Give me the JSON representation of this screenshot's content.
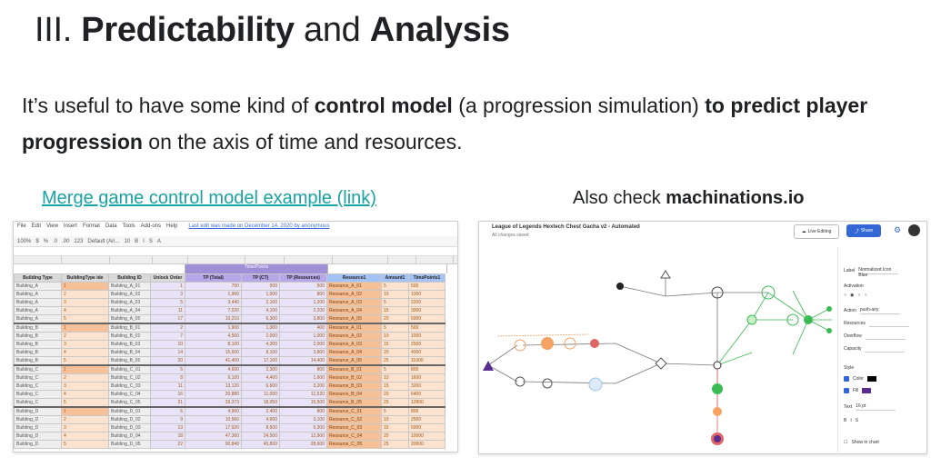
{
  "slide": {
    "title_prefix": "III. ",
    "title_bold1": "Predictability",
    "title_mid": " and ",
    "title_bold2": "Analysis",
    "body_part1": "It’s useful to have some kind of ",
    "body_bold1": "control model",
    "body_part2": " (a progression simulation) ",
    "body_bold2": "to predict player progression",
    "body_part3": " on the axis of time and resources.",
    "link_text": "Merge game control model example (link)",
    "also_prefix": "Also check ",
    "also_bold": "machinations.io"
  },
  "sheet": {
    "menu": [
      "File",
      "Edit",
      "View",
      "Insert",
      "Format",
      "Data",
      "Tools",
      "Add-ons",
      "Help"
    ],
    "last_edit": "Last edit was made on December 14, 2020 by anonymous",
    "toolbar": [
      "100%",
      "$",
      "%",
      ".0",
      ".00",
      "123",
      "Default (Ari...",
      "10",
      "B",
      "I",
      "S",
      "A"
    ],
    "group_header": "Time/Points",
    "headers": [
      "Building Type",
      "BuildingType ide",
      "Building ID",
      "Unlock Order",
      "TP (Total)",
      "TP (CT)",
      "TP (Resources)",
      "Resource1",
      "Amount1",
      "TimePoints1"
    ],
    "rows": [
      [
        "Building_A",
        "1",
        "Building_A_01",
        "1",
        "700",
        "500",
        "500",
        "Resource_A_01",
        "5",
        "500"
      ],
      [
        "Building_A",
        "2",
        "Building_A_02",
        "3",
        "1,960",
        "1,000",
        "800",
        "Resource_A_02",
        "10",
        "1000"
      ],
      [
        "Building_A",
        "3",
        "Building_A_03",
        "5",
        "3,440",
        "2,100",
        "1,200",
        "Resource_A_03",
        "5",
        "2200"
      ],
      [
        "Building_A",
        "4",
        "Building_A_04",
        "11",
        "7,020",
        "4,100",
        "2,200",
        "Resource_A_04",
        "15",
        "3000"
      ],
      [
        "Building_A",
        "5",
        "Building_A_05",
        "17",
        "10,210",
        "6,300",
        "3,800",
        "Resource_A_05",
        "20",
        "5000"
      ],
      [
        "Building_B",
        "1",
        "Building_B_01",
        "2",
        "1,900",
        "1,000",
        "400",
        "Resource_A_01",
        "5",
        "500"
      ],
      [
        "Building_B",
        "2",
        "Building_B_02",
        "7",
        "4,500",
        "2,000",
        "1,000",
        "Resource_A_02",
        "10",
        "1000"
      ],
      [
        "Building_B",
        "3",
        "Building_B_03",
        "10",
        "8,100",
        "4,300",
        "2,000",
        "Resource_A_03",
        "15",
        "2500"
      ],
      [
        "Building_B",
        "4",
        "Building_B_04",
        "14",
        "15,600",
        "8,100",
        "3,800",
        "Resource_A_04",
        "20",
        "4000"
      ],
      [
        "Building_B",
        "5",
        "Building_B_05",
        "20",
        "41,400",
        "17,100",
        "14,400",
        "Resource_A_05",
        "25",
        "11000"
      ],
      [
        "Building_C",
        "1",
        "Building_C_01",
        "5",
        "4,600",
        "2,300",
        "800",
        "Resource_B_01",
        "5",
        "800"
      ],
      [
        "Building_C",
        "2",
        "Building_C_02",
        "8",
        "9,100",
        "4,400",
        "1,600",
        "Resource_B_02",
        "10",
        "1600"
      ],
      [
        "Building_C",
        "3",
        "Building_C_03",
        "11",
        "13,120",
        "6,600",
        "3,200",
        "Resource_B_03",
        "15",
        "3200"
      ],
      [
        "Building_C",
        "4",
        "Building_C_04",
        "16",
        "20,880",
        "11,000",
        "11,520",
        "Resource_B_04",
        "20",
        "6400"
      ],
      [
        "Building_C",
        "5",
        "Building_C_05",
        "21",
        "33,373",
        "18,050",
        "15,500",
        "Resource_B_05",
        "25",
        "12800"
      ],
      [
        "Building_D",
        "1",
        "Building_D_01",
        "6",
        "4,960",
        "2,400",
        "800",
        "Resource_C_01",
        "5",
        "800"
      ],
      [
        "Building_D",
        "2",
        "Building_D_02",
        "9",
        "10,560",
        "4,600",
        "3,100",
        "Resource_C_02",
        "10",
        "2500"
      ],
      [
        "Building_D",
        "3",
        "Building_D_03",
        "13",
        "17,920",
        "8,600",
        "5,300",
        "Resource_C_03",
        "15",
        "5000"
      ],
      [
        "Building_D",
        "4",
        "Building_D_04",
        "18",
        "47,360",
        "24,500",
        "12,900",
        "Resource_C_04",
        "20",
        "10000"
      ],
      [
        "Building_D",
        "5",
        "Building_D_05",
        "22",
        "90,840",
        "45,800",
        "28,600",
        "Resource_C_05",
        "25",
        "20000"
      ]
    ]
  },
  "machinations": {
    "title": "League of Legends Hextech Chest Gacha v2 - Automated",
    "subtitle": "All changes saved",
    "live_label": "Live Editing",
    "share_label": "Share",
    "panel": {
      "label_caption": "Label",
      "label_value": "Normalized Icon Blue",
      "activation": "Activation",
      "action": "Action",
      "action_value": "push-any",
      "resources": "Resources",
      "overflow": "Overflow",
      "capacity": "Capacity",
      "style": "Style",
      "color": "Color",
      "fill": "Fill",
      "text": "Text",
      "size": "16 pt",
      "show_in_chart": "Show in chart"
    },
    "colors": {
      "green": "#3cba54",
      "orange": "#f5a263",
      "purple": "#5b2c8f",
      "red": "#e06666",
      "blue": "#9fc5e8"
    }
  }
}
